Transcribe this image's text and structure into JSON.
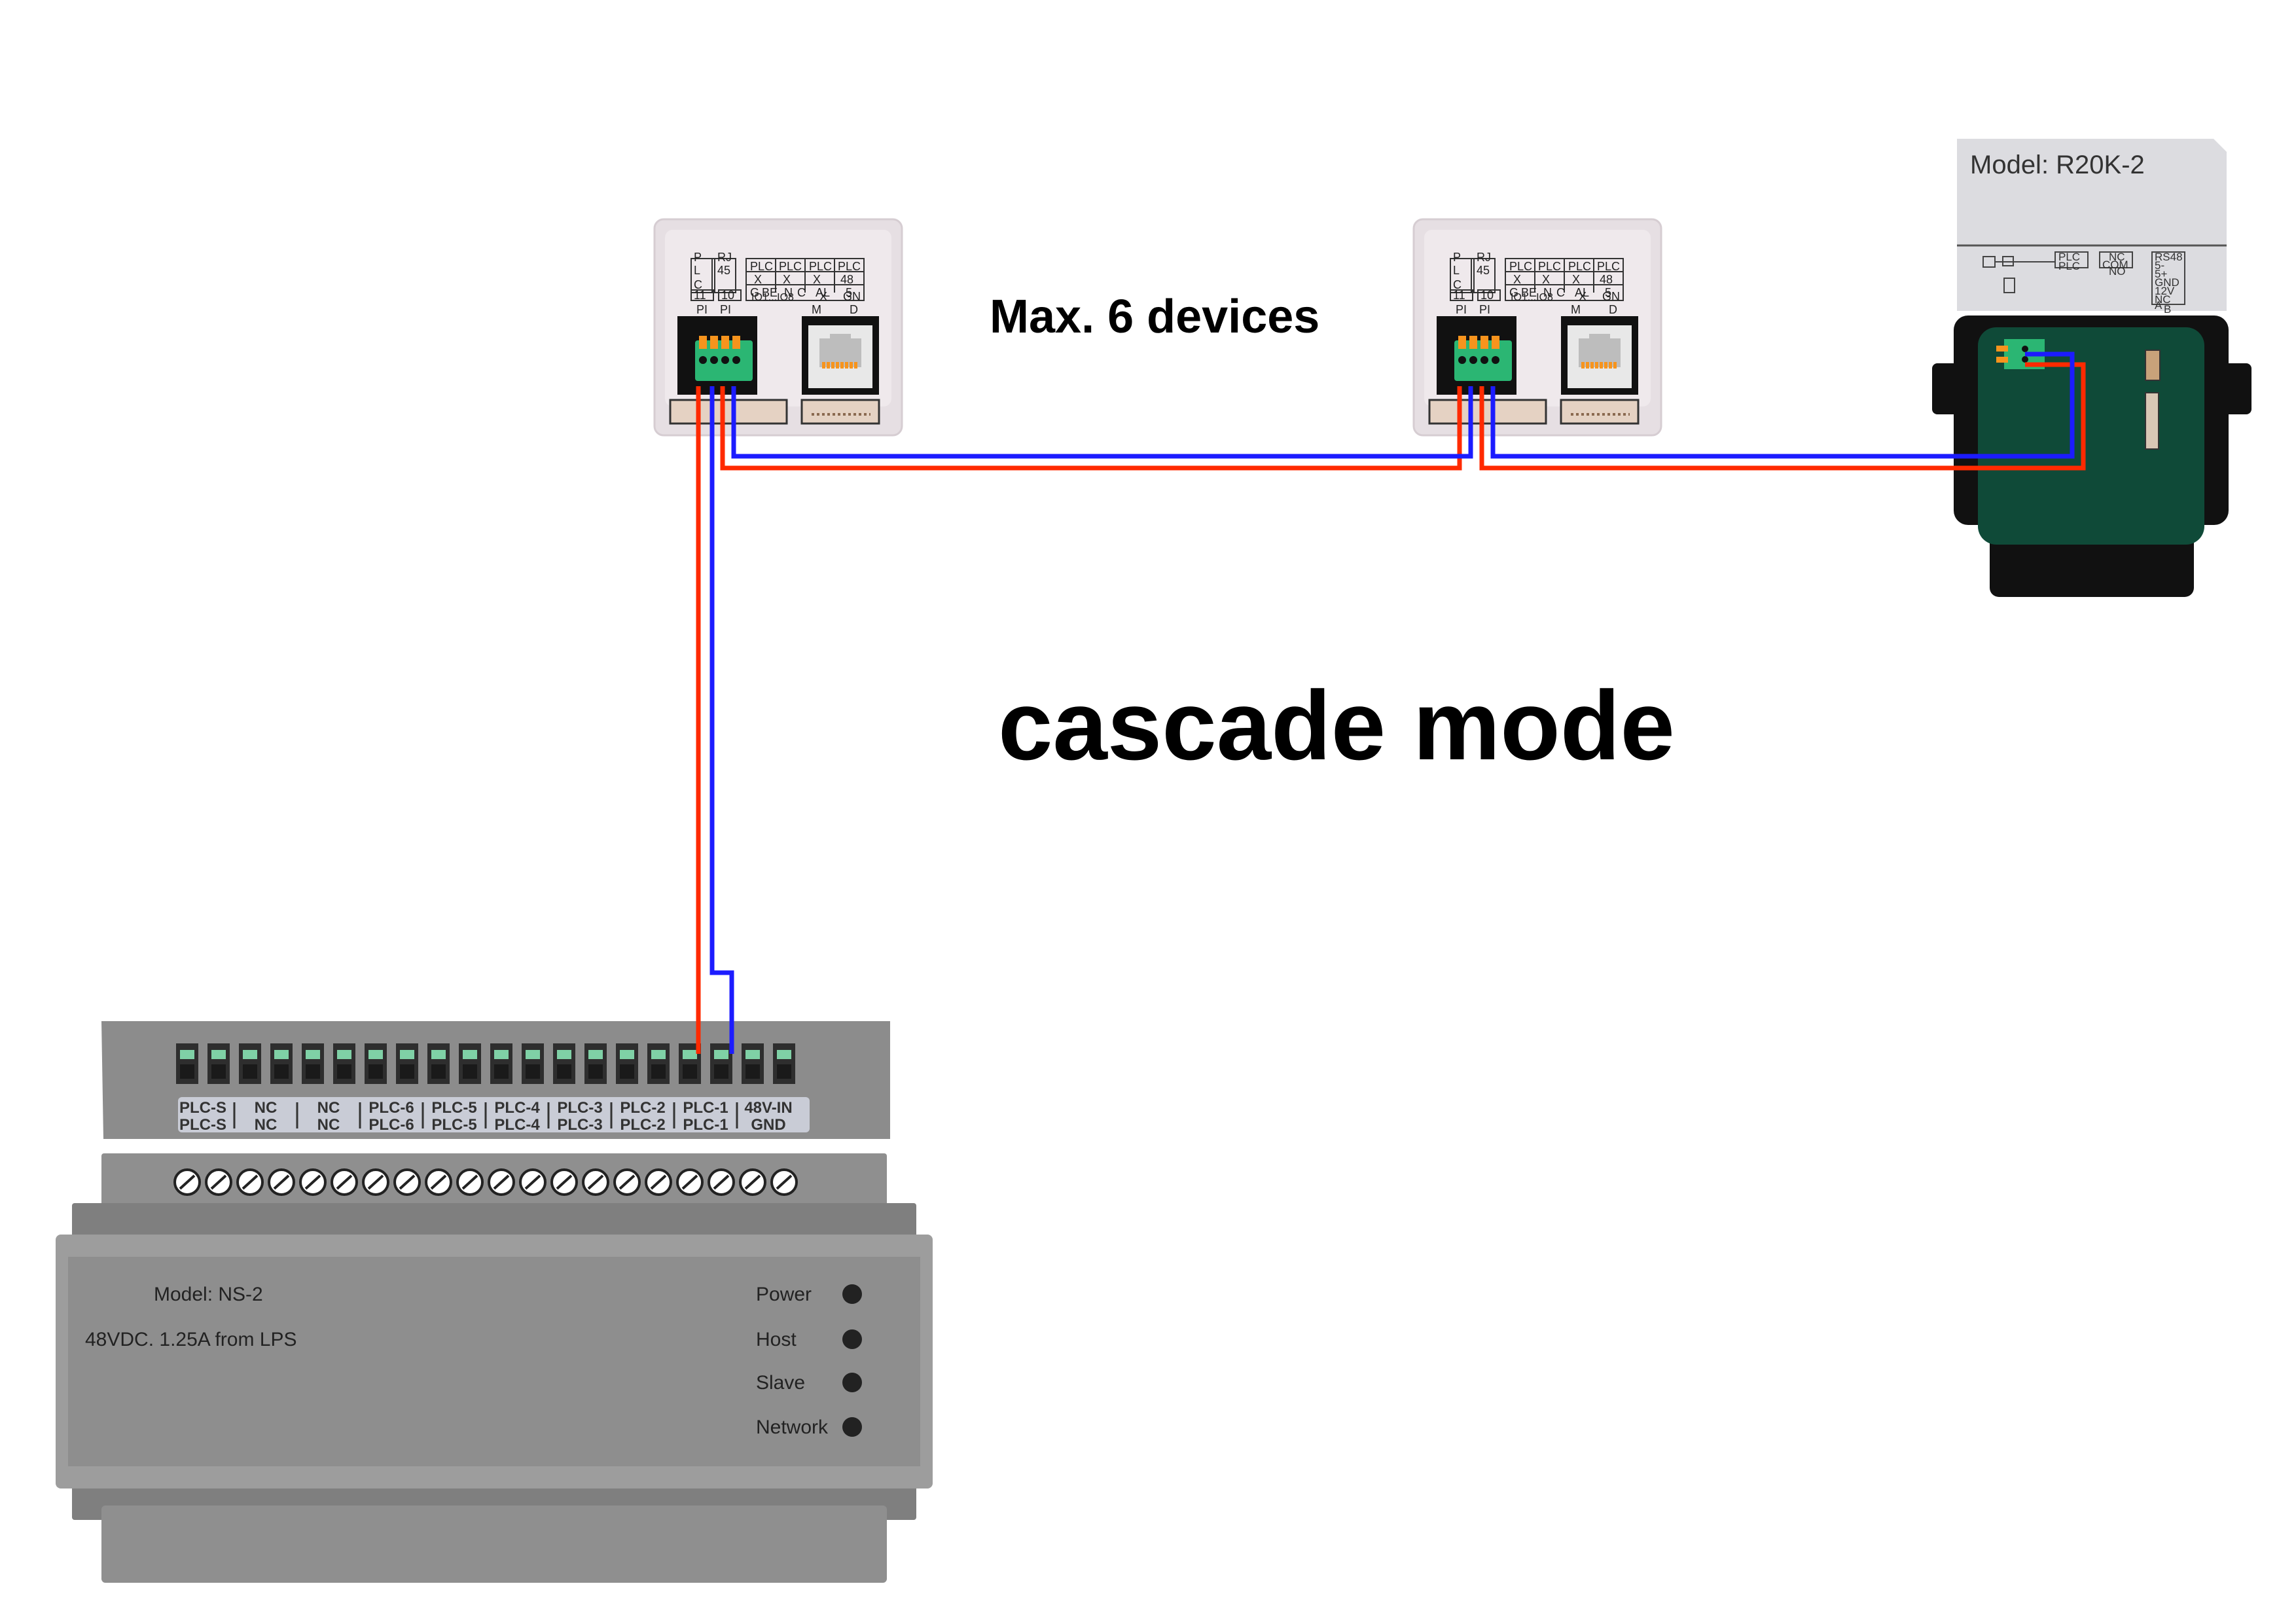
{
  "title": "cascade mode",
  "max_devices_note": "Max. 6 devices",
  "intercom_unit": {
    "labels_top": [
      "P",
      "RJ",
      "PLC",
      "PLC",
      "PLC",
      "PLC"
    ],
    "labels_mid": [
      "L",
      "45",
      "X",
      "X",
      "X",
      "48"
    ],
    "labels_row3": [
      "G",
      "BE",
      "N",
      "C",
      "AL",
      "5"
    ],
    "labels_row4": [
      "C",
      "11",
      "10",
      "IO1...IO8",
      "X",
      "GN"
    ],
    "labels_bottom": [
      "PI",
      "PI",
      "M",
      "D"
    ]
  },
  "monitor": {
    "model": "Model: R20K-2",
    "terminal_labels": [
      "PLC",
      "PLC",
      "NC",
      "COM",
      "NO",
      "RS48",
      "5-",
      "5+",
      "GND",
      "12V",
      "NC",
      "A",
      "B"
    ]
  },
  "power_supply": {
    "model": "Model: NS-2",
    "input_spec": "48VDC. 1.25A from LPS",
    "terminal_labels_top": [
      "PLC-S",
      "NC",
      "NC",
      "PLC-6",
      "PLC-5",
      "PLC-4",
      "PLC-3",
      "PLC-2",
      "PLC-1",
      "48V-IN"
    ],
    "terminal_labels_bottom": [
      "PLC-S",
      "NC",
      "NC",
      "PLC-6",
      "PLC-5",
      "PLC-4",
      "PLC-3",
      "PLC-2",
      "PLC-1",
      "GND"
    ],
    "indicators": [
      "Power",
      "Host",
      "Slave",
      "Network"
    ]
  },
  "colors": {
    "wire_red": "#ff2a00",
    "wire_blue": "#1c1cff",
    "terminal_green": "#2bb673",
    "terminal_orange": "#f7941d",
    "psu_gray": "#8c8c8c",
    "monitor_green": "#0f4a38"
  }
}
